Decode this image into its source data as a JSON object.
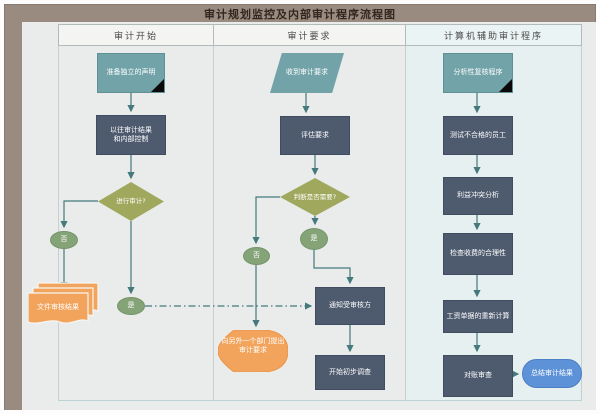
{
  "title": "审计规划监控及内部审计程序流程图",
  "lanes": [
    {
      "label": "审计开始"
    },
    {
      "label": "审计要求"
    },
    {
      "label": "计算机辅助审计程序"
    }
  ],
  "nodes": {
    "prepare_statement": {
      "label": "准备独立的声明",
      "type": "process-card"
    },
    "past_results": {
      "label": "以往审计结果\n和内部控制",
      "type": "process"
    },
    "conduct_audit": {
      "label": "进行审计?",
      "type": "decision"
    },
    "no1": {
      "label": "否"
    },
    "yes1": {
      "label": "是"
    },
    "file_results": {
      "label": "文件审核结果",
      "type": "multi-document"
    },
    "receive_request": {
      "label": "收到审计要求",
      "type": "data"
    },
    "evaluate_request": {
      "label": "评估要求",
      "type": "process"
    },
    "judge_needed": {
      "label": "判断是否需要?",
      "type": "decision"
    },
    "no2": {
      "label": "否"
    },
    "yes2": {
      "label": "是"
    },
    "request_other_dept": {
      "label": "向另外一个部门提出\n审计要求",
      "type": "display"
    },
    "notify_auditee": {
      "label": "通知受审核方",
      "type": "process"
    },
    "start_investigation": {
      "label": "开始初步调查",
      "type": "process"
    },
    "analytical_review": {
      "label": "分析性复核程序",
      "type": "process-card"
    },
    "test_unqualified": {
      "label": "测试不合格的员工",
      "type": "process"
    },
    "conflict_analysis": {
      "label": "利益冲突分析",
      "type": "process"
    },
    "check_fee": {
      "label": "检查收费的合理性",
      "type": "process"
    },
    "payroll_recalc": {
      "label": "工资单据的重新计算",
      "type": "process"
    },
    "reconciliation": {
      "label": "对账审查",
      "type": "process"
    },
    "summarize": {
      "label": "总结审计结果",
      "type": "terminator"
    }
  },
  "colors": {
    "frame_taupe": "#9a8b80",
    "canvas_gray": "#eaecec",
    "lane3_tint": "#e7f0f1",
    "process_slate": "#4e5a6e",
    "card_teal": "#72a3a9",
    "decision_olive": "#9fa85c",
    "label_green": "#84a377",
    "document_orange": "#f2a45c",
    "terminator_blue": "#5e92d8",
    "connector": "#45797b"
  }
}
